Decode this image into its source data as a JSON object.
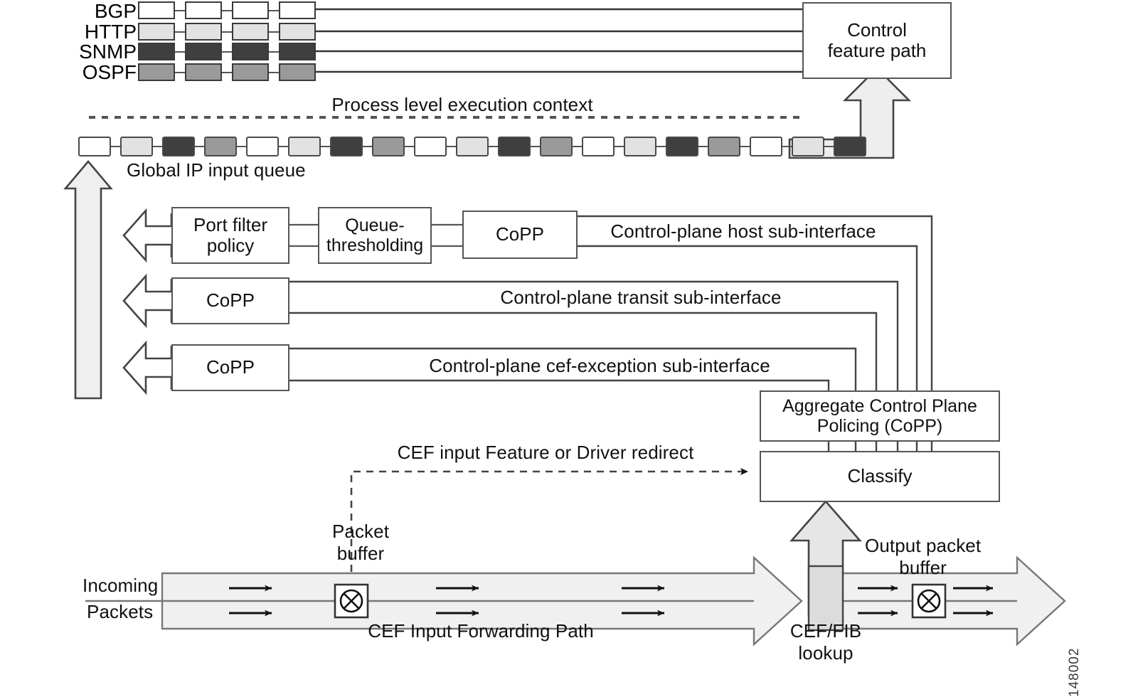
{
  "diagram": {
    "title": "Cisco Control Plane Policing (CoPP) packet path diagram",
    "credit": "148002"
  },
  "protocols": {
    "rows": [
      {
        "name": "BGP",
        "fill": "#ffffff",
        "count": 4
      },
      {
        "name": "HTTP",
        "fill": "#e2e2e2",
        "count": 4
      },
      {
        "name": "SNMP",
        "fill": "#3f3f3f",
        "count": 4
      },
      {
        "name": "OSPF",
        "fill": "#9a9a9a",
        "count": 4
      }
    ]
  },
  "control_feature_path": {
    "label_line1": "Control",
    "label_line2": "feature path"
  },
  "process_context": {
    "label": "Process level execution context"
  },
  "global_queue": {
    "label": "Global IP input queue",
    "cycle": [
      "#ffffff",
      "#e2e2e2",
      "#3f3f3f",
      "#9a9a9a"
    ],
    "count": 19
  },
  "pipeline": {
    "row_host": {
      "port_filter_line1": "Port filter",
      "port_filter_line2": "policy",
      "queue_line1": "Queue-",
      "queue_line2": "thresholding",
      "copp": "CoPP",
      "subinterface": "Control-plane host sub-interface"
    },
    "row_transit": {
      "copp": "CoPP",
      "subinterface": "Control-plane transit sub-interface"
    },
    "row_cef": {
      "copp": "CoPP",
      "subinterface": "Control-plane cef-exception sub-interface"
    }
  },
  "aggregate": {
    "line1": "Aggregate Control Plane",
    "line2": "Policing  (CoPP)"
  },
  "classify": {
    "label": "Classify"
  },
  "redirect": {
    "label": "CEF input Feature or Driver redirect"
  },
  "packet_buffer": {
    "line1": "Packet",
    "line2": "buffer"
  },
  "output_buffer": {
    "line1": "Output packet",
    "line2": "buffer"
  },
  "incoming": {
    "line1": "Incoming",
    "line2": "Packets"
  },
  "forwarding_path": {
    "label": "CEF Input Forwarding Path"
  },
  "fib": {
    "line1": "CEF/FIB",
    "line2": "lookup"
  },
  "chart_data": {
    "type": "diagram",
    "nodes": [
      "BGP",
      "HTTP",
      "SNMP",
      "OSPF",
      "Control feature path",
      "Global IP input queue",
      "Port filter policy",
      "Queue-thresholding",
      "CoPP (host)",
      "CoPP (transit)",
      "CoPP (cef-exception)",
      "Aggregate Control Plane Policing (CoPP)",
      "Classify",
      "Packet buffer",
      "Output packet buffer",
      "CEF/FIB lookup"
    ],
    "edges": [
      "Control feature path -> BGP",
      "Control feature path -> HTTP",
      "Control feature path -> SNMP",
      "Control feature path -> OSPF",
      "Global IP input queue -> Control feature path",
      "Port filter policy -> Queue-thresholding -> CoPP (host) -> Control-plane host sub-interface",
      "CoPP (transit) -> Control-plane transit sub-interface",
      "CoPP (cef-exception) -> Control-plane cef-exception sub-interface",
      "Aggregate Control Plane Policing (CoPP) -> sub-interfaces",
      "Classify -> Aggregate Control Plane Policing (CoPP)",
      "CEF/FIB lookup -> Classify",
      "Packet buffer -> Classify (CEF input Feature or Driver redirect)",
      "Incoming Packets -> CEF Input Forwarding Path -> CEF/FIB lookup -> Output packet buffer"
    ]
  }
}
